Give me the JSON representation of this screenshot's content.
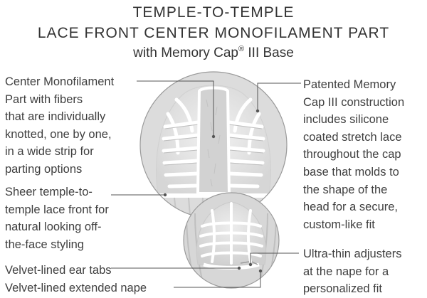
{
  "header": {
    "line1": "TEMPLE-TO-TEMPLE",
    "line2": "LACE FRONT CENTER MONOFILAMENT PART",
    "line3_prefix": "with Memory Cap",
    "line3_mark": "®",
    "line3_suffix": " III Base"
  },
  "callouts": {
    "monofilament": [
      "Center Monofilament",
      "Part with fibers",
      "that are individually",
      "knotted, one by one,",
      "in a wide strip for",
      "parting options"
    ],
    "sheer_lace": [
      "Sheer temple-to-",
      "temple lace front for",
      "natural looking off-",
      "the-face styling"
    ],
    "ear_tabs": [
      "Velvet-lined ear tabs"
    ],
    "extended_nape": [
      "Velvet-lined extended nape"
    ],
    "memory_cap": [
      "Patented Memory",
      "Cap III construction",
      "includes silicone",
      "coated stretch lace",
      "throughout the cap",
      "base that molds to",
      "the shape of the",
      "head for a secure,",
      "custom-like fit"
    ],
    "adjusters": [
      "Ultra-thin adjusters",
      "at the nape for a",
      "personalized fit"
    ]
  },
  "colors": {
    "text": "#3f3f3f",
    "leader_line": "#555555",
    "cap_fill": "#e9e9e9",
    "lace_strap": "#ffffff",
    "hair": "#cfcfcf"
  }
}
